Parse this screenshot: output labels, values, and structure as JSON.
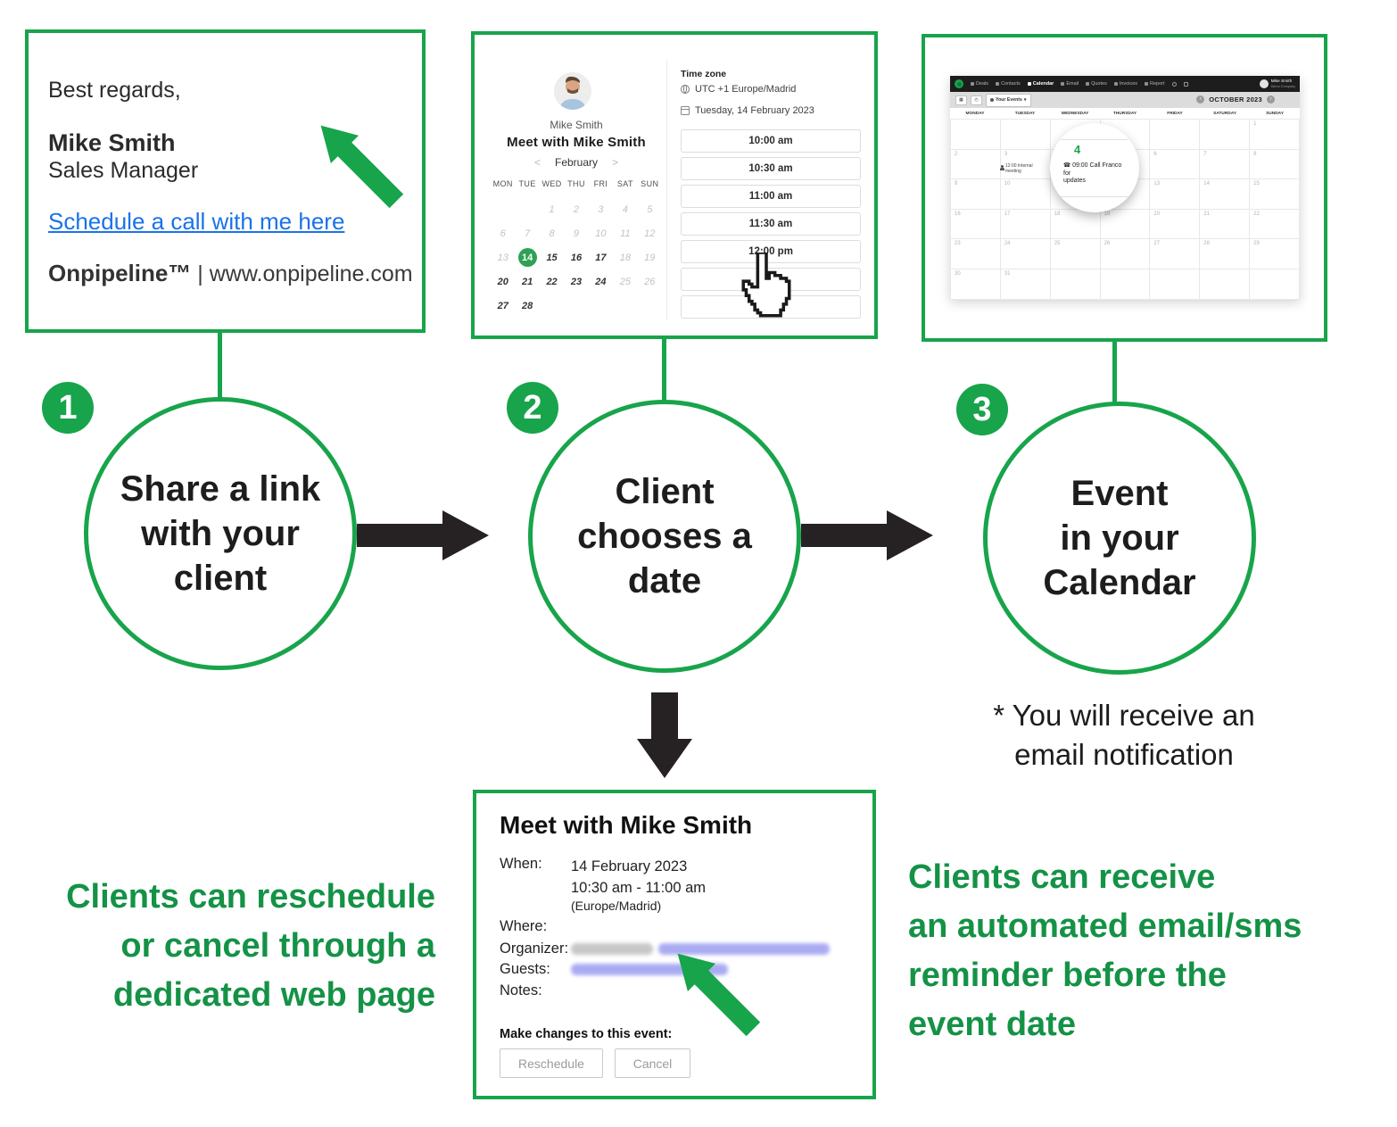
{
  "palette": {
    "green": "#18a44b",
    "note_green": "#149246",
    "ink": "#231f20",
    "link_blue": "#1a73e8",
    "selected_day_green": "#2fa155"
  },
  "signature": {
    "closing": "Best regards,",
    "name": "Mike Smith",
    "role": "Sales Manager",
    "link": "Schedule a call with me here",
    "brand": "Onpipeline™",
    "separator": " | ",
    "website": "www.onpipeline.com"
  },
  "booking": {
    "person": "Mike Smith",
    "title": "Meet with Mike Smith",
    "nav_prev": "<",
    "month": "February",
    "nav_next": ">",
    "dows": [
      "MON",
      "TUE",
      "WED",
      "THU",
      "FRI",
      "SAT",
      "SUN"
    ],
    "cells": [
      {
        "t": "",
        "s": ""
      },
      {
        "t": "",
        "s": ""
      },
      {
        "t": "1",
        "s": "dim"
      },
      {
        "t": "2",
        "s": "dim"
      },
      {
        "t": "3",
        "s": "dim"
      },
      {
        "t": "4",
        "s": "dim"
      },
      {
        "t": "5",
        "s": "dim"
      },
      {
        "t": "6",
        "s": "dim"
      },
      {
        "t": "7",
        "s": "dim"
      },
      {
        "t": "8",
        "s": "dim"
      },
      {
        "t": "9",
        "s": "dim"
      },
      {
        "t": "10",
        "s": "dim"
      },
      {
        "t": "11",
        "s": "dim"
      },
      {
        "t": "12",
        "s": "dim"
      },
      {
        "t": "13",
        "s": "dim"
      },
      {
        "t": "14",
        "s": "sel"
      },
      {
        "t": "15",
        "s": "on"
      },
      {
        "t": "16",
        "s": "on"
      },
      {
        "t": "17",
        "s": "on"
      },
      {
        "t": "18",
        "s": "dim"
      },
      {
        "t": "19",
        "s": "dim"
      },
      {
        "t": "20",
        "s": "on"
      },
      {
        "t": "21",
        "s": "on"
      },
      {
        "t": "22",
        "s": "on"
      },
      {
        "t": "23",
        "s": "on"
      },
      {
        "t": "24",
        "s": "on"
      },
      {
        "t": "25",
        "s": "dim"
      },
      {
        "t": "26",
        "s": "dim"
      },
      {
        "t": "27",
        "s": "on"
      },
      {
        "t": "28",
        "s": "on"
      },
      {
        "t": "",
        "s": ""
      },
      {
        "t": "",
        "s": ""
      },
      {
        "t": "",
        "s": ""
      },
      {
        "t": "",
        "s": ""
      },
      {
        "t": "",
        "s": ""
      }
    ],
    "tz_label": "Time zone",
    "tz_value": "UTC +1 Europe/Madrid",
    "date_line": "Tuesday, 14 February 2023",
    "slots": [
      {
        "t": "10:00 am"
      },
      {
        "t": "10:30 am"
      },
      {
        "t": "11:00 am"
      },
      {
        "t": "11:30 am"
      },
      {
        "t": "12:00 pm"
      },
      {
        "t": ""
      },
      {
        "t": ""
      }
    ]
  },
  "crm": {
    "nav": [
      {
        "label": "Deals",
        "cls": ""
      },
      {
        "label": "Contacts",
        "cls": ""
      },
      {
        "label": "Calendar",
        "cls": "active"
      },
      {
        "label": "Email",
        "cls": ""
      },
      {
        "label": "Quotes",
        "cls": ""
      },
      {
        "label": "Invoices",
        "cls": ""
      },
      {
        "label": "Report",
        "cls": ""
      }
    ],
    "user_name": "Mike Smith",
    "user_company": "Demo Company",
    "filter_label": "Your Events",
    "month_title": "OCTOBER 2023",
    "nav_prev": "‹",
    "nav_next": "›",
    "dows": [
      "MONDAY",
      "TUESDAY",
      "WEDNESDAY",
      "THURSDAY",
      "FRIDAY",
      "SATURDAY",
      "SUNDAY"
    ],
    "days": [
      "",
      "",
      "",
      "",
      "",
      "",
      "1",
      "2",
      "3",
      "",
      "",
      "6",
      "7",
      "8",
      "9",
      "10",
      "",
      "",
      "13",
      "14",
      "15",
      "16",
      "17",
      "18",
      "19",
      "20",
      "21",
      "22",
      "23",
      "24",
      "25",
      "26",
      "27",
      "28",
      "29",
      "30",
      "31",
      "",
      "",
      "",
      "",
      ""
    ],
    "mini_event": "12:00 Internal meeting",
    "mag_day": "4",
    "mag_phone": "☎",
    "mag_event_l1": "09:00 Call Franco for",
    "mag_event_l2": "updates"
  },
  "steps": [
    {
      "n": "1",
      "lines": [
        "Share a link",
        "with your",
        "client"
      ]
    },
    {
      "n": "2",
      "lines": [
        "Client",
        "chooses a",
        "date"
      ]
    },
    {
      "n": "3",
      "lines": [
        "Event",
        "in your",
        "Calendar"
      ]
    }
  ],
  "event_page": {
    "title": "Meet with Mike Smith",
    "when_label": "When:",
    "when_date": "14 February 2023",
    "when_time": "10:30 am - 11:00 am",
    "when_tz": "(Europe/Madrid)",
    "where_label": "Where:",
    "organizer_label": "Organizer:",
    "guests_label": "Guests:",
    "notes_label": "Notes:",
    "changes_label": "Make changes to this event:",
    "reschedule": "Reschedule",
    "cancel": "Cancel"
  },
  "notes": {
    "email_l1": "* You will receive an",
    "email_l2": "email notification",
    "left_l1": "Clients can reschedule",
    "left_l2": "or cancel through a",
    "left_l3": "dedicated web page",
    "right_l1": "Clients can receive",
    "right_l2": "an automated email/sms",
    "right_l3": "reminder before the",
    "right_l4": "event date"
  }
}
